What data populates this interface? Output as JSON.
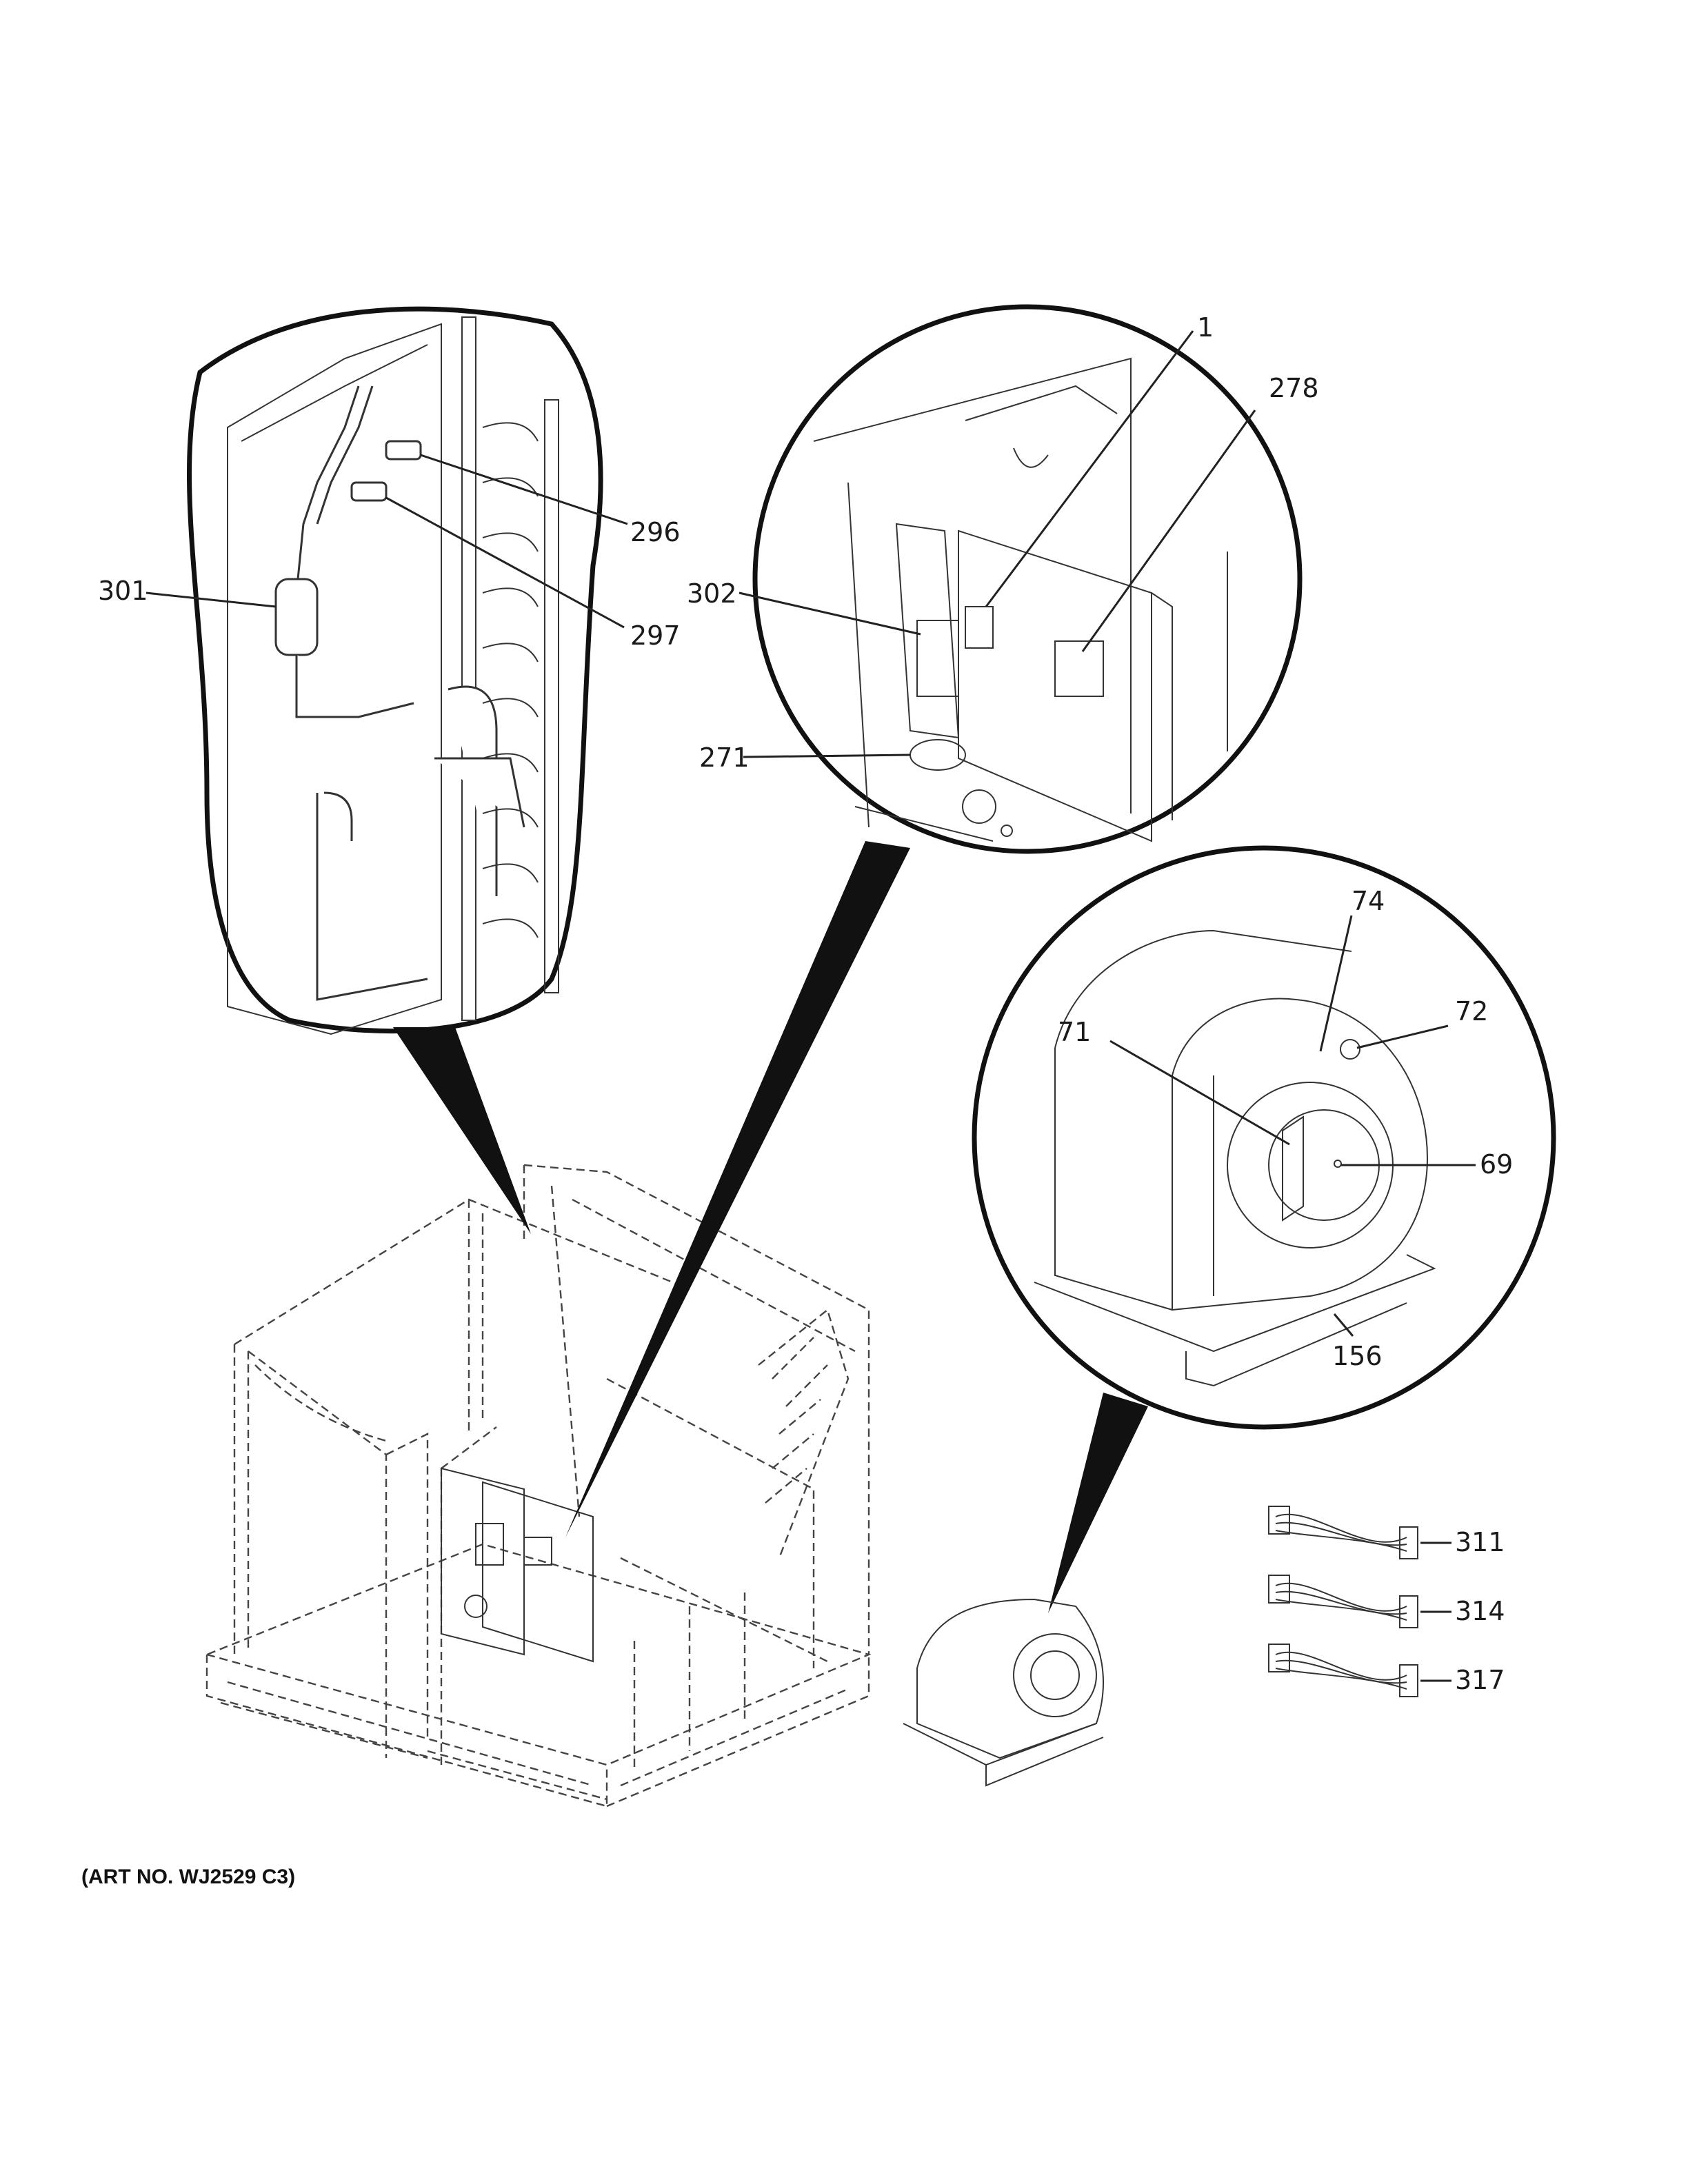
{
  "art_number": "(ART NO. WJ2529 C3)",
  "callouts": {
    "c301": "301",
    "c296": "296",
    "c297": "297",
    "c1": "1",
    "c278": "278",
    "c302": "302",
    "c271": "271",
    "c74": "74",
    "c71": "71",
    "c72": "72",
    "c69": "69",
    "c156": "156",
    "c311": "311",
    "c314": "314",
    "c317": "317"
  }
}
